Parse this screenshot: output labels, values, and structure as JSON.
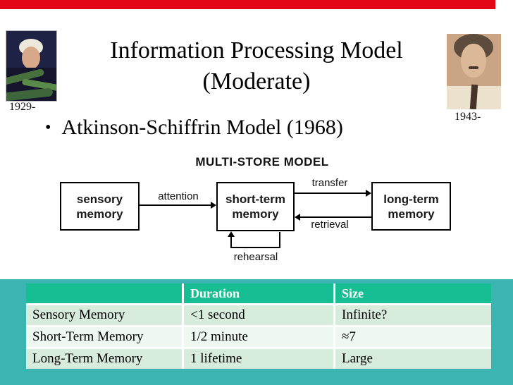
{
  "slide": {
    "title_line1": "Information Processing Model",
    "title_line2": "(Moderate)",
    "bullet_glyph": "•",
    "bullet_text": "Atkinson-Schiffrin Model (1968)",
    "left_photo_caption": "1929-",
    "right_photo_caption": "1943-"
  },
  "diagram": {
    "title": "MULTI-STORE MODEL",
    "boxes": [
      {
        "label": "sensory memory"
      },
      {
        "label": "short-term memory"
      },
      {
        "label": "long-term memory"
      }
    ],
    "labels": {
      "attention": "attention",
      "transfer": "transfer",
      "retrieval": "retrieval",
      "rehearsal": "rehearsal"
    }
  },
  "table": {
    "headers": [
      "",
      "Duration",
      "Size"
    ],
    "rows": [
      [
        "Sensory Memory",
        "<1 second",
        "Infinite?"
      ],
      [
        "Short-Term Memory",
        "1/2 minute",
        "≈7"
      ],
      [
        "Long-Term Memory",
        "1 lifetime",
        "Large"
      ]
    ]
  },
  "colors": {
    "top_accent_bar": "#e30617",
    "bottom_band": "#3ab5b2",
    "table_header_bg": "#17be93",
    "table_header_text": "#ffffff",
    "table_row_odd": "#d7ecdc",
    "table_row_even": "#eef8f1",
    "body_text": "#000000"
  }
}
